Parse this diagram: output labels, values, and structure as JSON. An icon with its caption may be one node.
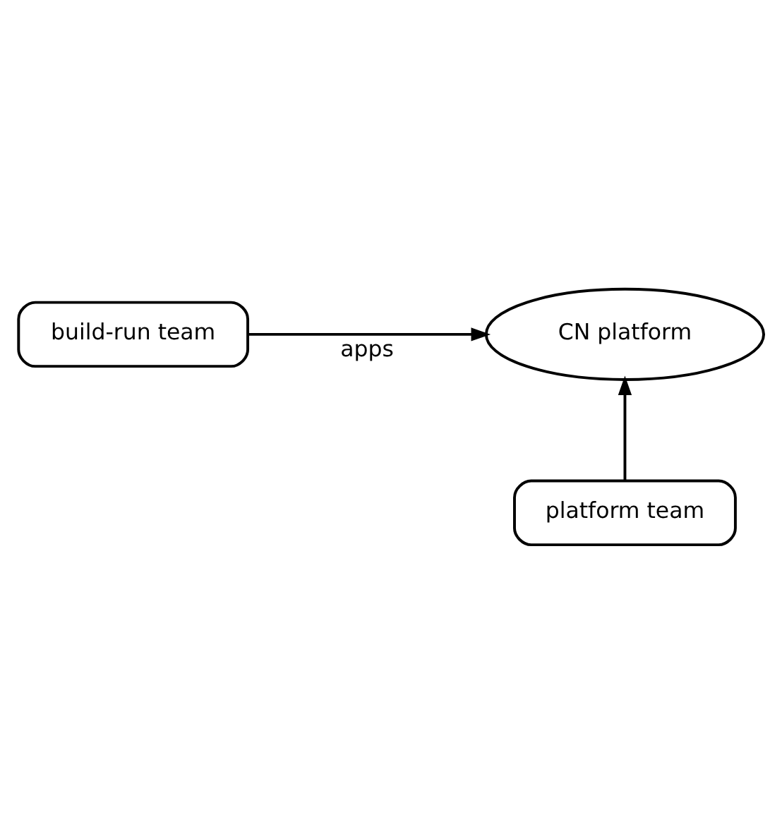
{
  "diagram": {
    "nodes": [
      {
        "text": [
          "build-run team"
        ]
      },
      {
        "text": [
          "CN platform"
        ]
      },
      {
        "text": [
          "platform team"
        ]
      }
    ],
    "edges": [
      {
        "from": 0,
        "to": 1,
        "arrow": "to",
        "label": "apps"
      },
      {
        "from": 2,
        "to": 1,
        "arrow": "to"
      }
    ]
  }
}
